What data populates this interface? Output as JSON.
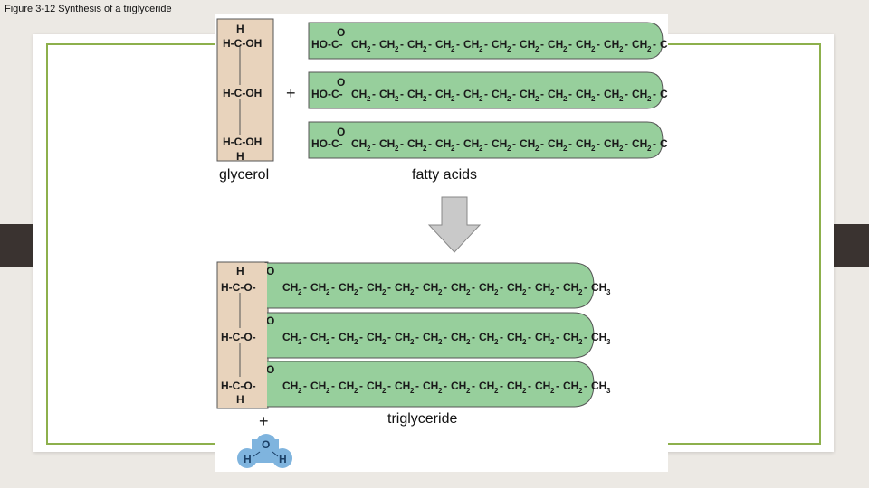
{
  "caption": "Figure 3-12 Synthesis of a triglyceride",
  "labels": {
    "glycerol": "glycerol",
    "fatty_acids": "fatty acids",
    "triglyceride": "triglyceride",
    "plus": "+"
  },
  "glycerol": {
    "top_h": "H",
    "rows": [
      "H-C-OH",
      "H-C-OH",
      "H-C-OH"
    ],
    "bottom_h": "H"
  },
  "fatty_acid": {
    "carbonyl_o": "O",
    "head": "HO-C-",
    "repeat_unit": "CH",
    "repeat_sub": "2",
    "repeat_count": 11,
    "tail": "CH",
    "tail_sub": "3"
  },
  "triglyceride": {
    "top_h": "H",
    "row_prefix": "H-C-O-C-",
    "bottom_h": "H"
  },
  "water": {
    "o": "O",
    "h": "H"
  },
  "colors": {
    "glycerol_fill": "#e8d3bc",
    "fatty_acid_fill": "#97cf9c",
    "arrow_fill": "#c9c9c9",
    "water_blue": "#7fb4de",
    "frame_green": "#8db04c"
  }
}
